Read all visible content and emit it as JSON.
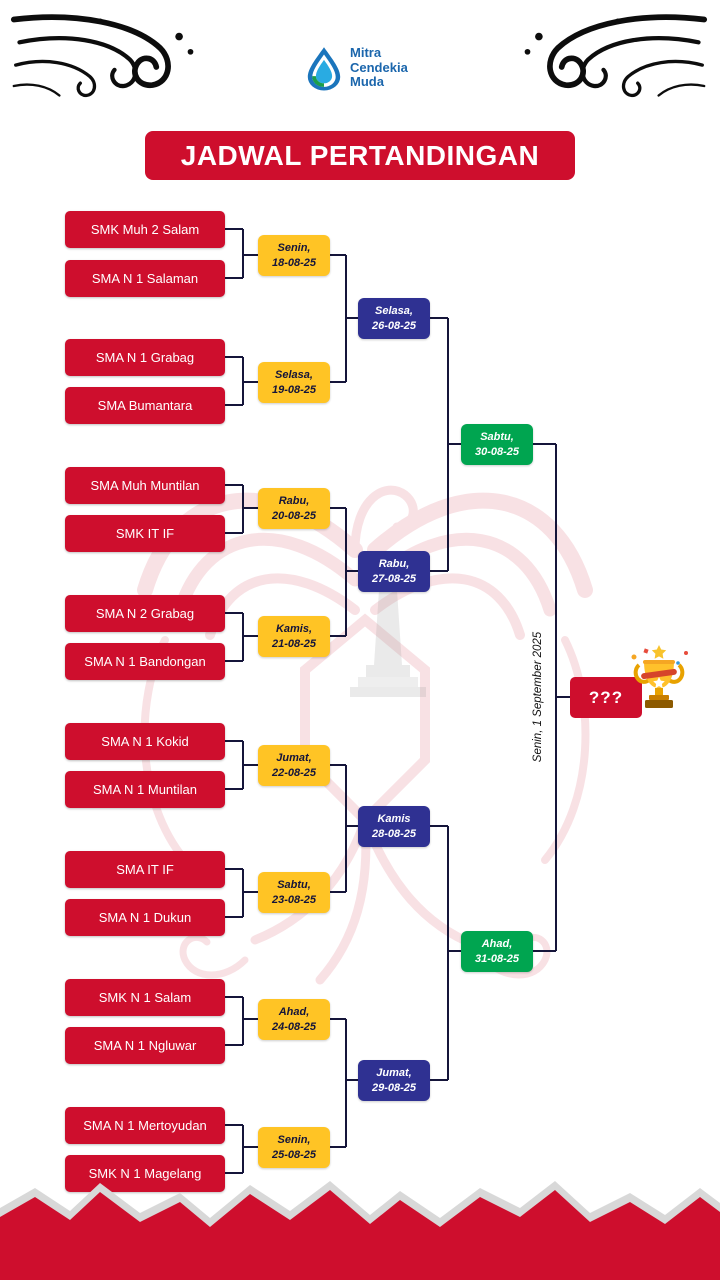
{
  "logo": {
    "lines": [
      "Mitra",
      "Cendekia",
      "Muda"
    ]
  },
  "title": "JADWAL PERTANDINGAN",
  "bracket": {
    "round1": [
      {
        "team_a": "SMK Muh 2 Salam",
        "team_b": "SMA N 1 Salaman",
        "day": "Senin,",
        "date": "18-08-25"
      },
      {
        "team_a": "SMA N 1 Grabag",
        "team_b": "SMA Bumantara",
        "day": "Selasa,",
        "date": "19-08-25"
      },
      {
        "team_a": "SMA Muh Muntilan",
        "team_b": "SMK IT IF",
        "day": "Rabu,",
        "date": "20-08-25"
      },
      {
        "team_a": "SMA N 2 Grabag",
        "team_b": "SMA N 1 Bandongan",
        "day": "Kamis,",
        "date": "21-08-25"
      },
      {
        "team_a": "SMA N 1 Kokid",
        "team_b": "SMA N 1 Muntilan",
        "day": "Jumat,",
        "date": "22-08-25"
      },
      {
        "team_a": "SMA IT IF",
        "team_b": "SMA N 1 Dukun",
        "day": "Sabtu,",
        "date": "23-08-25"
      },
      {
        "team_a": "SMK N 1 Salam",
        "team_b": "SMA N 1 Ngluwar",
        "day": "Ahad,",
        "date": "24-08-25"
      },
      {
        "team_a": "SMA N 1 Mertoyudan",
        "team_b": "SMK N 1 Magelang",
        "day": "Senin,",
        "date": "25-08-25"
      }
    ],
    "round2": [
      {
        "day": "Selasa,",
        "date": "26-08-25"
      },
      {
        "day": "Rabu,",
        "date": "27-08-25"
      },
      {
        "day": "Kamis",
        "date": "28-08-25"
      },
      {
        "day": "Jumat,",
        "date": "29-08-25"
      }
    ],
    "semifinal": [
      {
        "day": "Sabtu,",
        "date": "30-08-25"
      },
      {
        "day": "Ahad,",
        "date": "31-08-25"
      }
    ],
    "final": {
      "date_label": "Senin, 1 September 2025",
      "winner_placeholder": "???"
    }
  },
  "colors": {
    "team_red": "#CE0E2D",
    "round1_yellow": "#FFC425",
    "round2_navy": "#2F3192",
    "semifinal_green": "#00A550"
  }
}
